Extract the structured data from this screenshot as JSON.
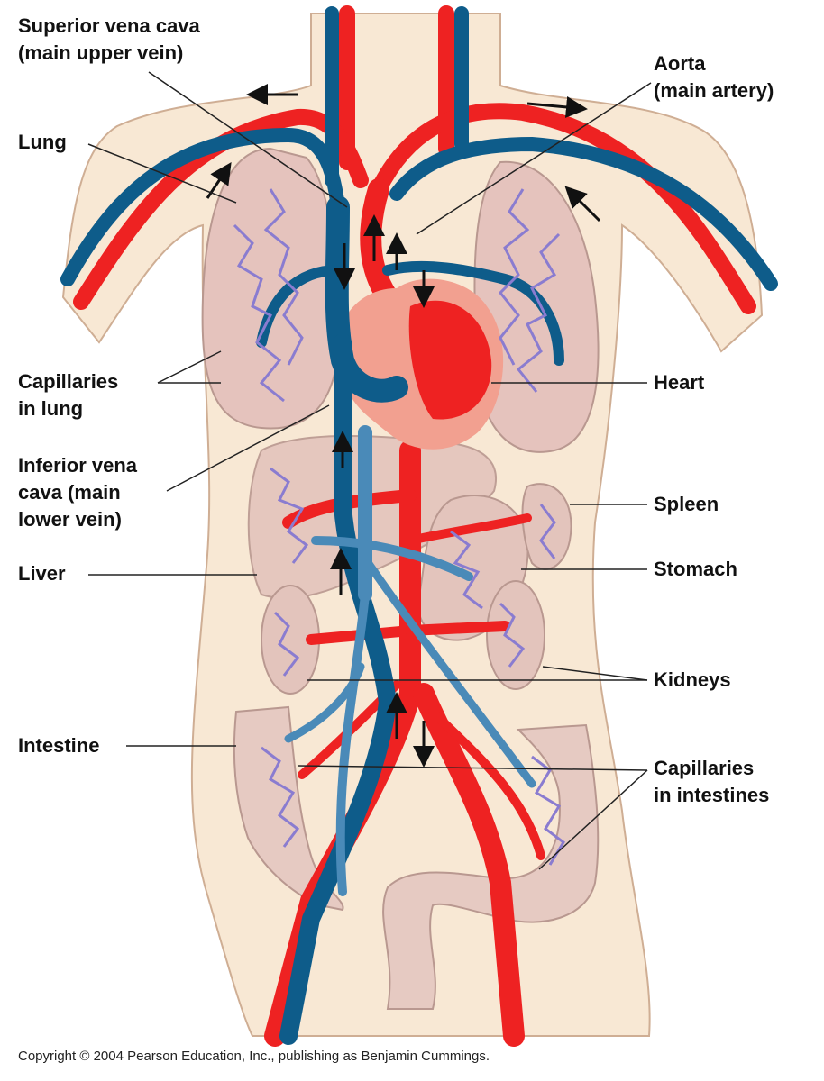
{
  "labels": {
    "svc": [
      "Superior vena cava",
      "(main upper vein)"
    ],
    "aorta": [
      "Aorta",
      "(main artery)"
    ],
    "lung": [
      "Lung"
    ],
    "capillaries_lung": [
      "Capillaries",
      "in lung"
    ],
    "heart": [
      "Heart"
    ],
    "ivc": [
      "Inferior vena",
      "cava (main",
      "lower vein)"
    ],
    "spleen": [
      "Spleen"
    ],
    "liver": [
      "Liver"
    ],
    "stomach": [
      "Stomach"
    ],
    "kidneys": [
      "Kidneys"
    ],
    "intestine": [
      "Intestine"
    ],
    "capillaries_intestines": [
      "Capillaries",
      "in intestines"
    ]
  },
  "copyright": "Copyright © 2004 Pearson Education, Inc., publishing as Benjamin Cummings.",
  "colors": {
    "body": "#f8e8d4",
    "organ": "#e8c8c0",
    "artery": "#ee2222",
    "vein": "#0e5c8a",
    "portal_vein": "#4a8ab8",
    "capillary": "#8a7cd0",
    "heart": "#f2a090"
  }
}
